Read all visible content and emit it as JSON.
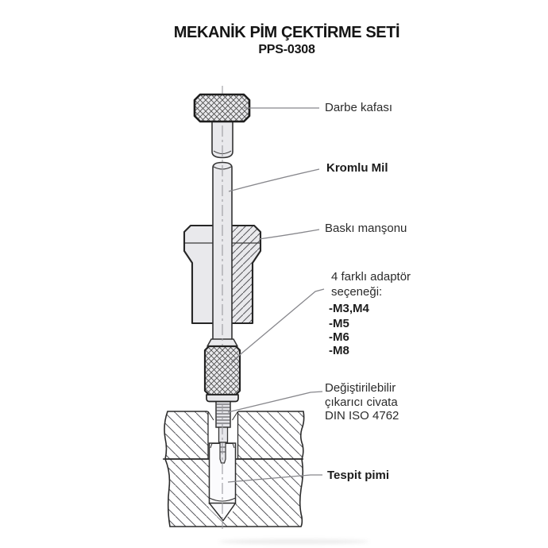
{
  "header": {
    "title": "MEKANİK PİM ÇEKTİRME SETİ",
    "model": "PPS-0308"
  },
  "labels": {
    "impact_head": "Darbe kafası",
    "chrome_shaft": "Kromlu Mil",
    "pressure_sleeve": "Baskı manşonu",
    "adapter_heading": [
      "4 farklı adaptör",
      "seçeneği:"
    ],
    "adapter_options": [
      "-M3,M4",
      "-M5",
      "-M6",
      "-M8"
    ],
    "extractor_bolt": [
      "Değiştirilebilir",
      "çıkarıcı civata",
      "DIN ISO 4762"
    ],
    "fixing_pin": "Tespit pimi"
  },
  "colors": {
    "background": "#ffffff",
    "drawing_line": "#2a2a2a",
    "metal_fill": "#e9e9ec",
    "leader_line": "#87878c",
    "text": "#1c1c1c"
  }
}
